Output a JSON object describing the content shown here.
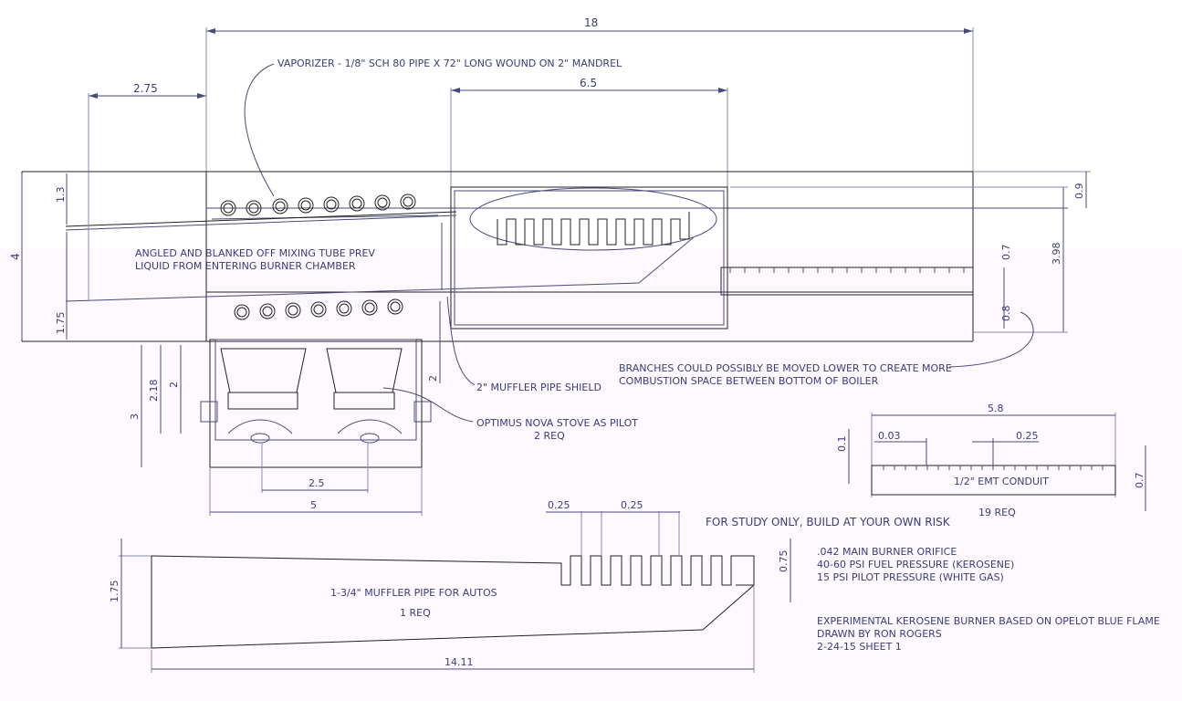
{
  "dimensions": {
    "top_total": "18",
    "left_offset": "2.75",
    "boiler_width": "6.5",
    "height_total": "4",
    "vap_height": "1.3",
    "lower": "1.75",
    "top_gap": "0.9",
    "chamber_height": "3.98",
    "conduit_h": "0.7",
    "conduit_gap": "0.8",
    "pilot_h": "3",
    "pilot_h2": "2.18",
    "pilot_h3": "2",
    "shield_h": "2",
    "pilot_spacing": "2.5",
    "pilot_width": "5",
    "conduit_len": "5.8",
    "slot_a": "0.03",
    "slot_b": "0.25",
    "conduit_t": "0.1",
    "conduit_side": "0.7",
    "pipe_slot_a": "0.25",
    "pipe_slot_b": "0.25",
    "pipe_h": "1.75",
    "pipe_slot_h": "0.75",
    "pipe_len": "14.11"
  },
  "labels": {
    "vaporizer": "VAPORIZER - 1/8\" SCH 80 PIPE X 72\" LONG WOUND ON 2\" MANDREL",
    "mixing_tube_1": "ANGLED AND BLANKED OFF MIXING TUBE PREV",
    "mixing_tube_2": "LIQUID FROM ENTERING BURNER CHAMBER",
    "branches_1": "BRANCHES COULD POSSIBLY BE MOVED LOWER TO CREATE MORE",
    "branches_2": "COMBUSTION SPACE BETWEEN BOTTOM OF BOILER",
    "muffler_shield": "2\" MUFFLER PIPE SHIELD",
    "optimus_1": "OPTIMUS NOVA STOVE AS PILOT",
    "optimus_2": "2 REQ",
    "conduit": "1/2\" EMT CONDUIT",
    "conduit_req": "19 REQ",
    "study": "FOR STUDY ONLY, BUILD AT YOUR OWN RISK",
    "muffler_auto": "1-3/4\" MUFFLER PIPE FOR AUTOS",
    "muffler_req": "1 REQ",
    "spec_1": ".042 MAIN BURNER ORIFICE",
    "spec_2": "40-60 PSI FUEL PRESSURE (KEROSENE)",
    "spec_3": "15 PSI PILOT PRESSURE (WHITE GAS)",
    "title_1": "EXPERIMENTAL KEROSENE BURNER BASED ON OPELOT BLUE FLAME",
    "title_2": "DRAWN BY RON ROGERS",
    "title_3": "2-24-15  SHEET 1"
  }
}
